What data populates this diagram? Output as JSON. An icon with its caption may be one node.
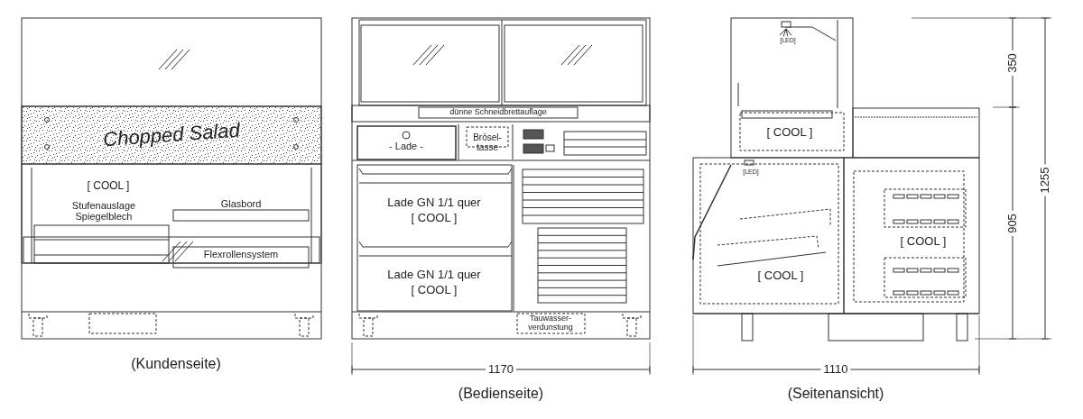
{
  "diagram": {
    "labels": [
      "Chopped Salad",
      "[ COOL ]",
      "Stufenauslage Spiegelblech",
      "Glasbord",
      "Flexrollensystem",
      "(Kundenseite)",
      "dünne Schneidbrettauflage",
      "- Lade -",
      "Brösel- tasse",
      "Lade GN 1/1 quer",
      "[ COOL ]",
      "Lade GN 1/1 quer",
      "[ COOL ]",
      "Tauwasser- verdunstung",
      "1170",
      "(Bedienseite)",
      "[LED]",
      "[ COOL ]",
      "[LED]",
      "[ COOL ]",
      "[ COOL ]",
      "350",
      "1255",
      "905",
      "1110",
      "(Seitenansicht)"
    ]
  }
}
